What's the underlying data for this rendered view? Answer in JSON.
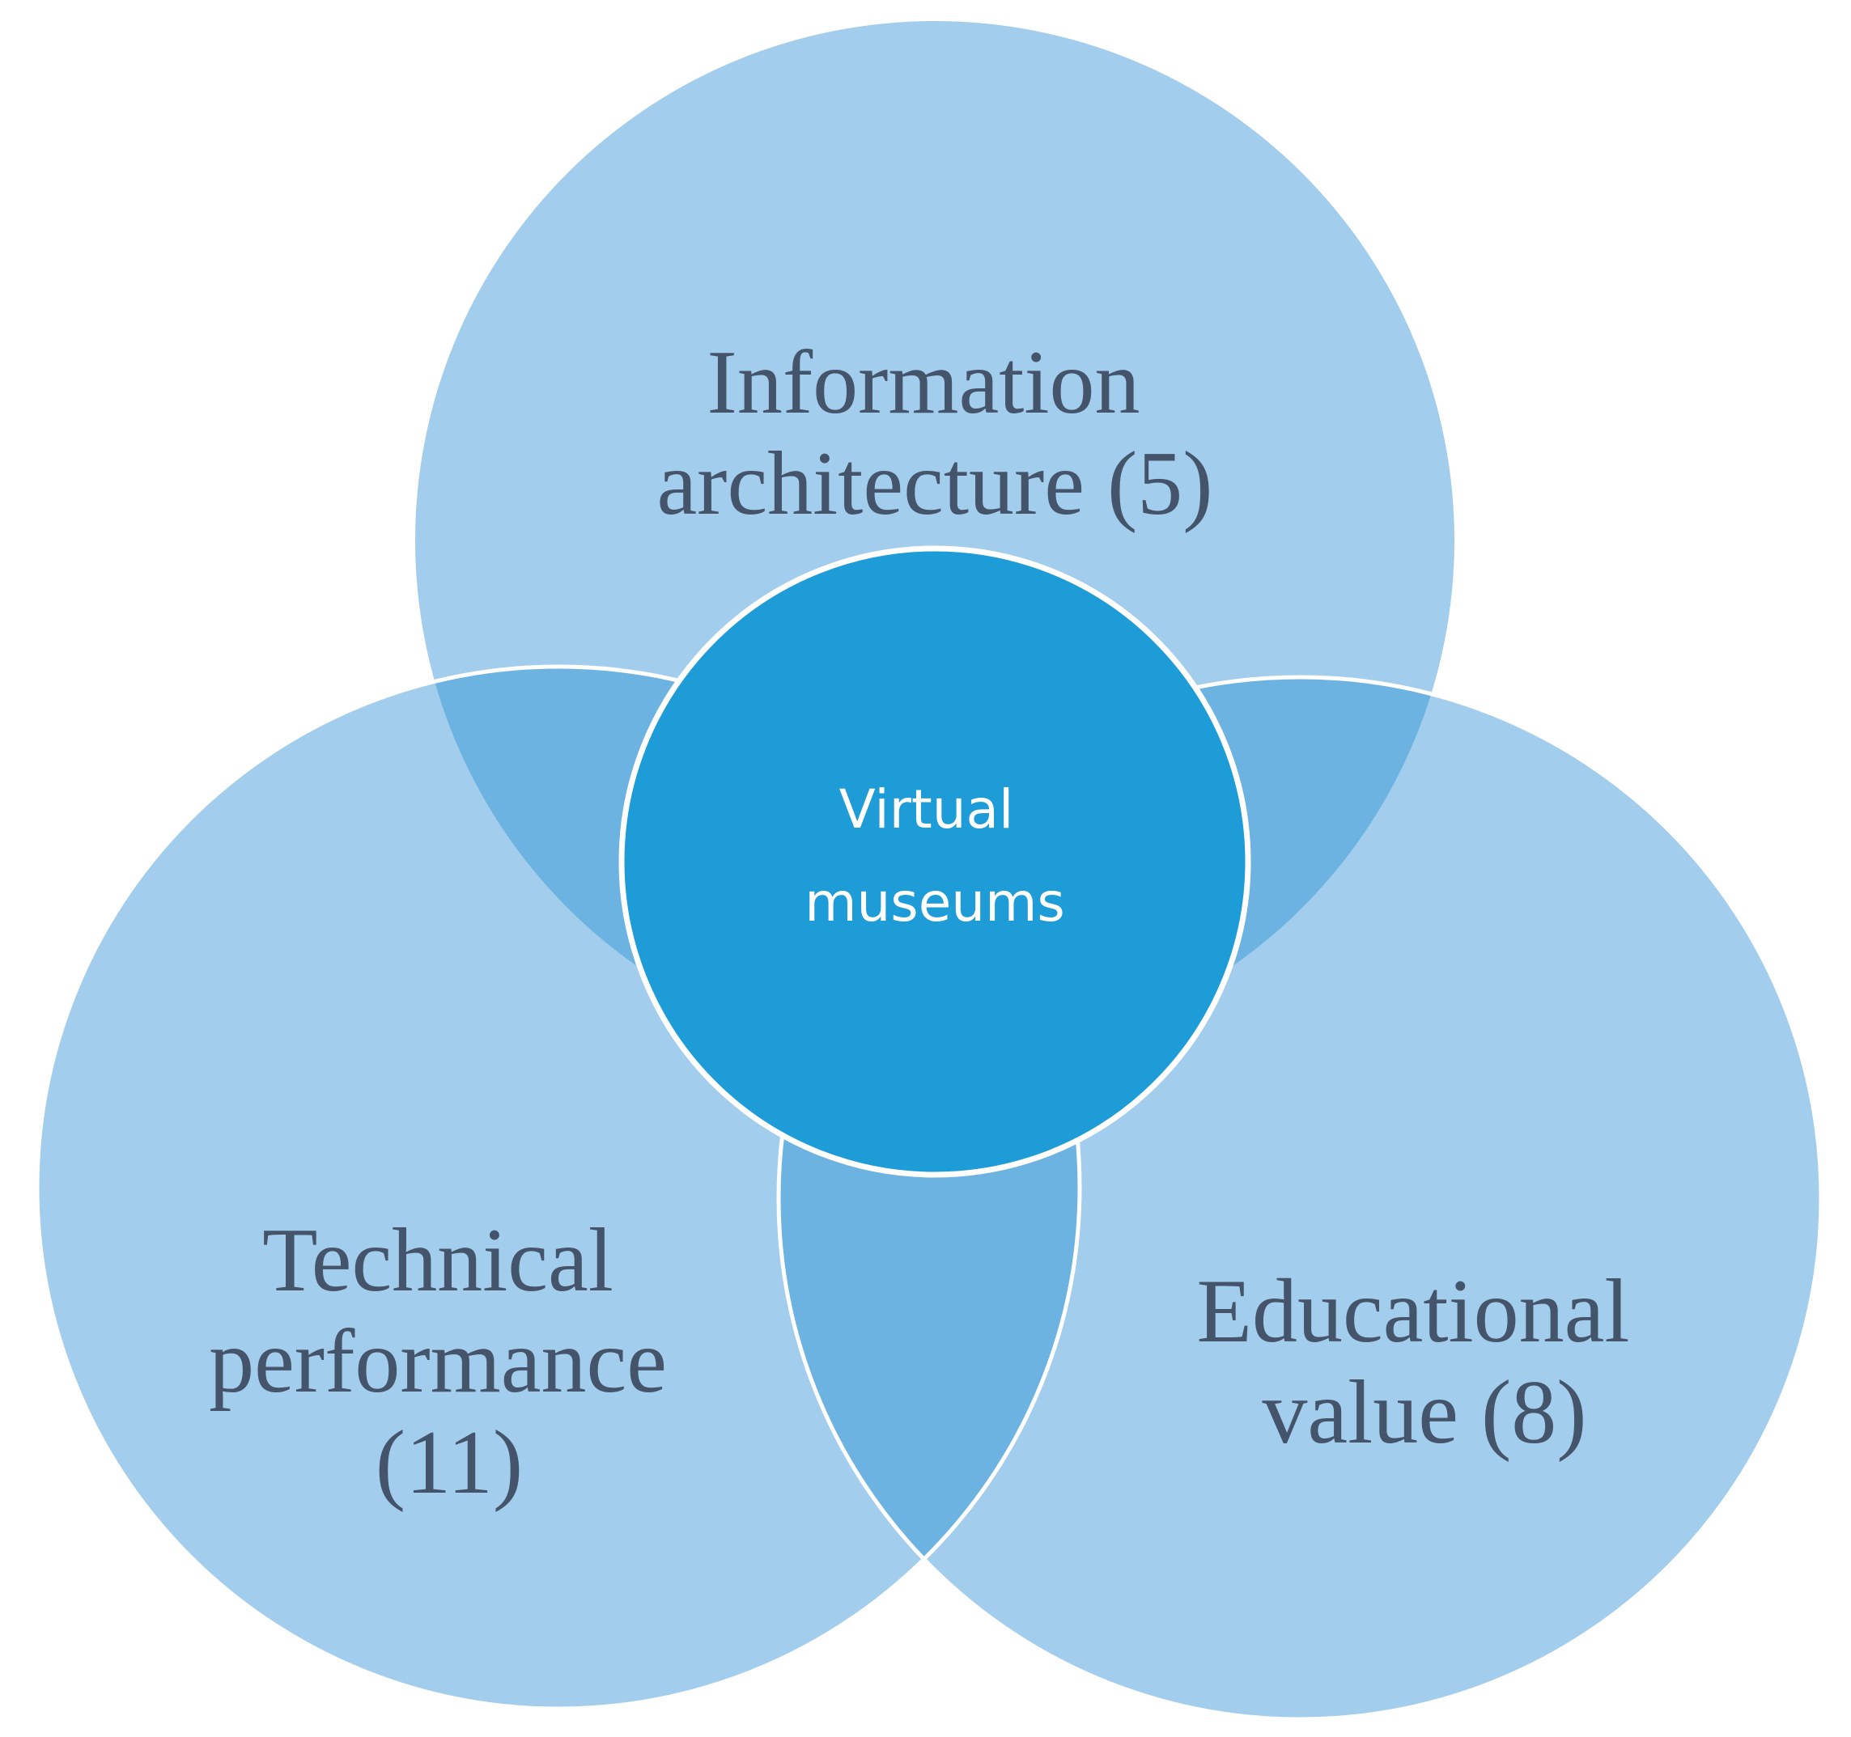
{
  "diagram": {
    "type": "venn",
    "center": {
      "lines": [
        "Virtual",
        "museums"
      ]
    },
    "sets": [
      {
        "key": "information_architecture",
        "lines": [
          "Information",
          "architecture (5)"
        ]
      },
      {
        "key": "technical_performance",
        "lines": [
          "Technical",
          "performance",
          "(11)"
        ]
      },
      {
        "key": "educational_value",
        "lines": [
          "Educational",
          "value (8)"
        ]
      }
    ],
    "colors": {
      "outer_fill": "#a3cdec",
      "overlap_fill": "#6db3e1",
      "center_fill": "#1e9cd8",
      "stroke": "#ffffff",
      "outer_text": "#44546a",
      "center_text": "#ffffff"
    }
  }
}
